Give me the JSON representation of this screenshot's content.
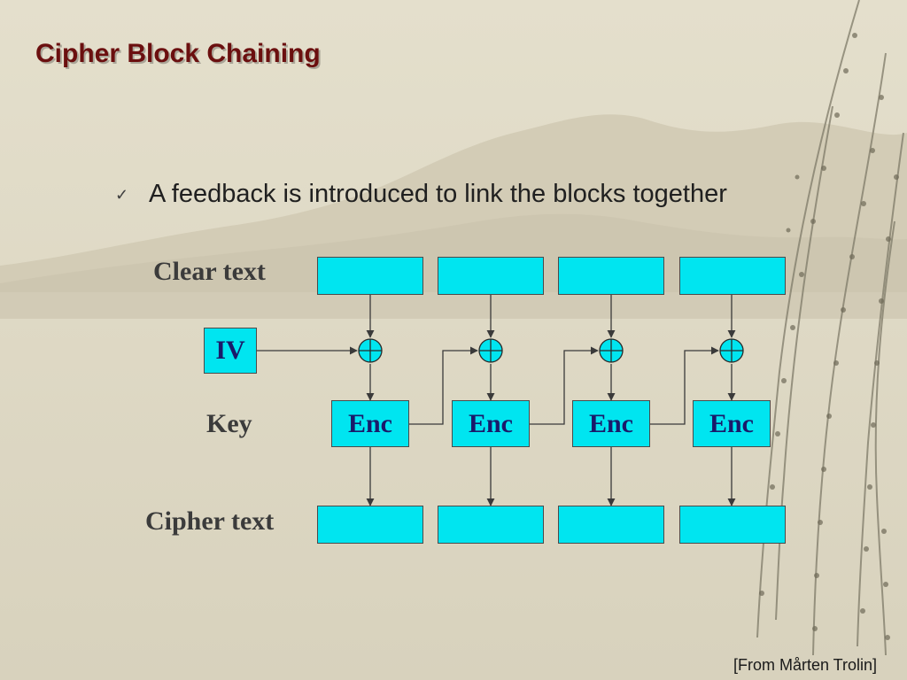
{
  "slide": {
    "title": "Cipher Block Chaining",
    "bullet": "A feedback is introduced to link the blocks together",
    "credit": "[From Mårten Trolin]"
  },
  "diagram": {
    "clear_text_label": "Clear text",
    "key_label": "Key",
    "cipher_text_label": "Cipher text",
    "iv_label": "IV",
    "enc_labels": [
      "Enc",
      "Enc",
      "Enc",
      "Enc"
    ]
  },
  "colors": {
    "title": "#6b0f0f",
    "box_fill": "#00e5f0",
    "box_text": "#1a1a6a",
    "background": "#dcd6c2"
  }
}
